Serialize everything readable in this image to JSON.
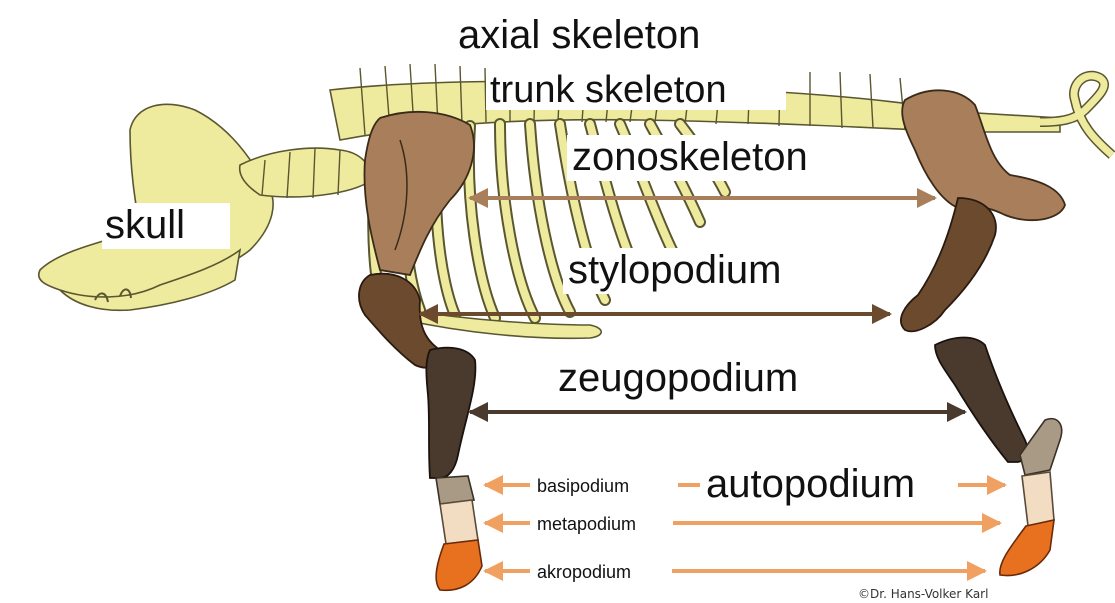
{
  "labels": {
    "axial": "axial skeleton",
    "trunk": "trunk skeleton",
    "skull": "skull",
    "zono": "zonoskeleton",
    "stylo": "stylopodium",
    "zeugo": "zeugopodium",
    "auto": "autopodium",
    "basi": "basipodium",
    "meta": "metapodium",
    "akro": "akropodium"
  },
  "credit": "©Dr. Hans-Volker Karl",
  "colors": {
    "axial_bone": "#eeea9e",
    "outline": "#5a5630",
    "zono": "#a97e5a",
    "stylo": "#6b4a2e",
    "zeugo": "#4a3a2e",
    "basi": "#a99a86",
    "meta": "#f2dcc2",
    "akro": "#e8711f",
    "auto_arrow": "#f0a060"
  }
}
